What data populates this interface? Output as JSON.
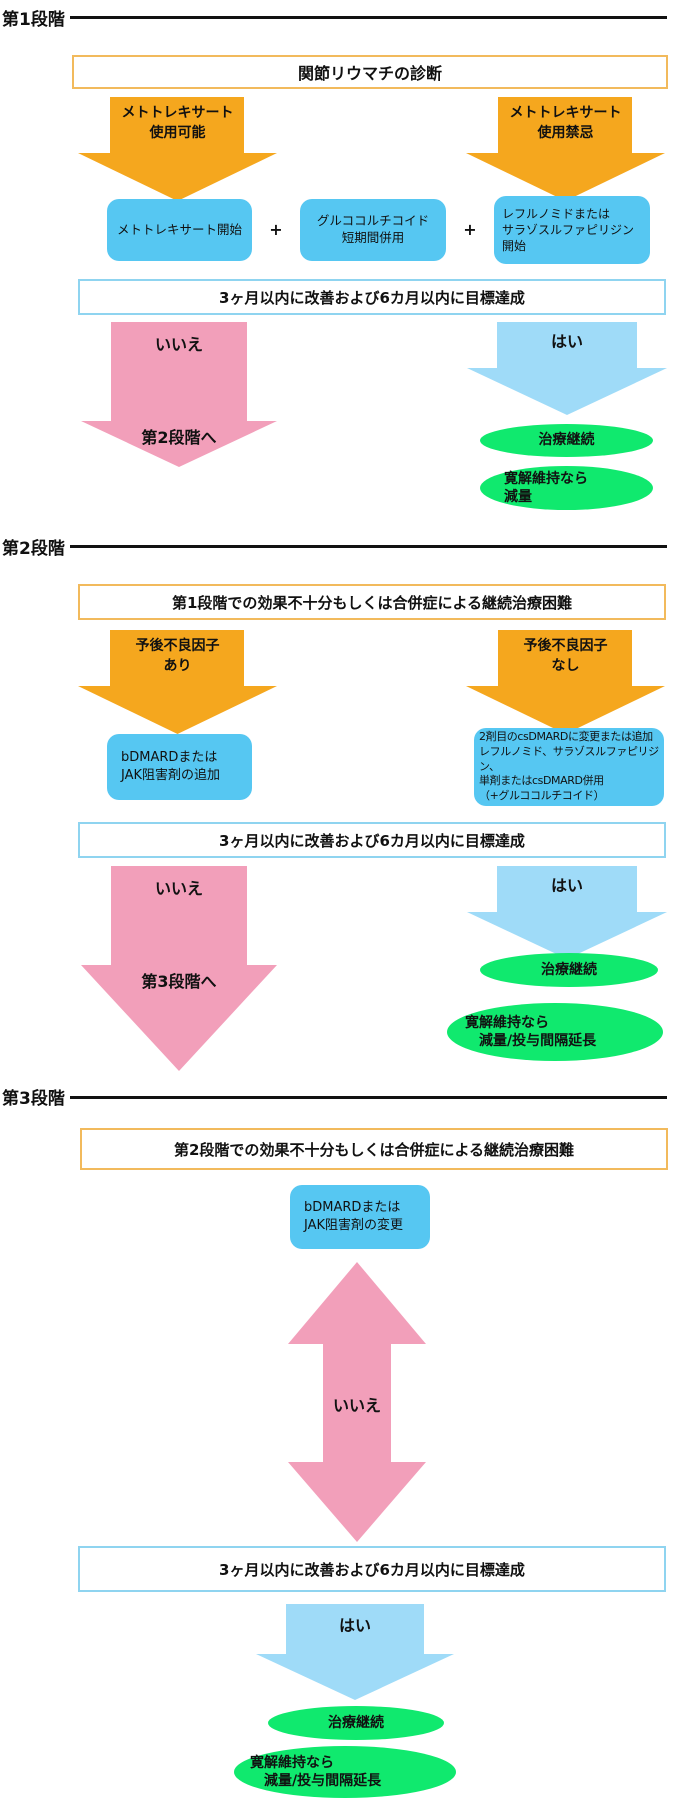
{
  "colors": {
    "orange": "#F5A71E",
    "blue": "#56C7F2",
    "light_blue": "#9FDBF8",
    "pink": "#F29FBA",
    "green": "#10E96E",
    "title_border": "#F2BA5C",
    "goal_border": "#8FD4F0"
  },
  "stage1": {
    "label": "第1段階",
    "title": "関節リウマチの診断",
    "arrow_left": "メトトレキサート\n使用可能",
    "arrow_right": "メトトレキサート\n使用禁忌",
    "box1": "メトトレキサート開始",
    "plus1": "+",
    "box2": "グルココルチコイド\n短期間併用",
    "plus2": "+",
    "box3": "レフルノミドまたは\nサラゾスルファピリジン\n開始",
    "goal": "3ヶ月以内に改善および6カ月以内に目標達成",
    "no_label": "いいえ",
    "no_target": "第2段階へ",
    "yes_label": "はい",
    "outcome1": "治療継続",
    "outcome2": "寛解維持なら\n減量"
  },
  "stage2": {
    "label": "第2段階",
    "title": "第1段階での効果不十分もしくは合併症による継続治療困難",
    "arrow_left": "予後不良因子\nあり",
    "arrow_right": "予後不良因子\nなし",
    "box_left": "bDMARDまたは\nJAK阻害剤の追加",
    "box_right": "2剤目のcsDMARDに変更または追加\nレフルノミド、サラゾスルファピリジン、\n単剤またはcsDMARD併用\n（+グルココルチコイド）",
    "goal": "3ヶ月以内に改善および6カ月以内に目標達成",
    "no_label": "いいえ",
    "no_target": "第3段階へ",
    "yes_label": "はい",
    "outcome1": "治療継続",
    "outcome2": "寛解維持なら\n　減量/投与間隔延長"
  },
  "stage3": {
    "label": "第3段階",
    "title": "第2段階での効果不十分もしくは合併症による継続治療困難",
    "box": "bDMARDまたは\nJAK阻害剤の変更",
    "no_label": "いいえ",
    "goal": "3ヶ月以内に改善および6カ月以内に目標達成",
    "yes_label": "はい",
    "outcome1": "治療継続",
    "outcome2": "寛解維持なら\n　減量/投与間隔延長"
  }
}
